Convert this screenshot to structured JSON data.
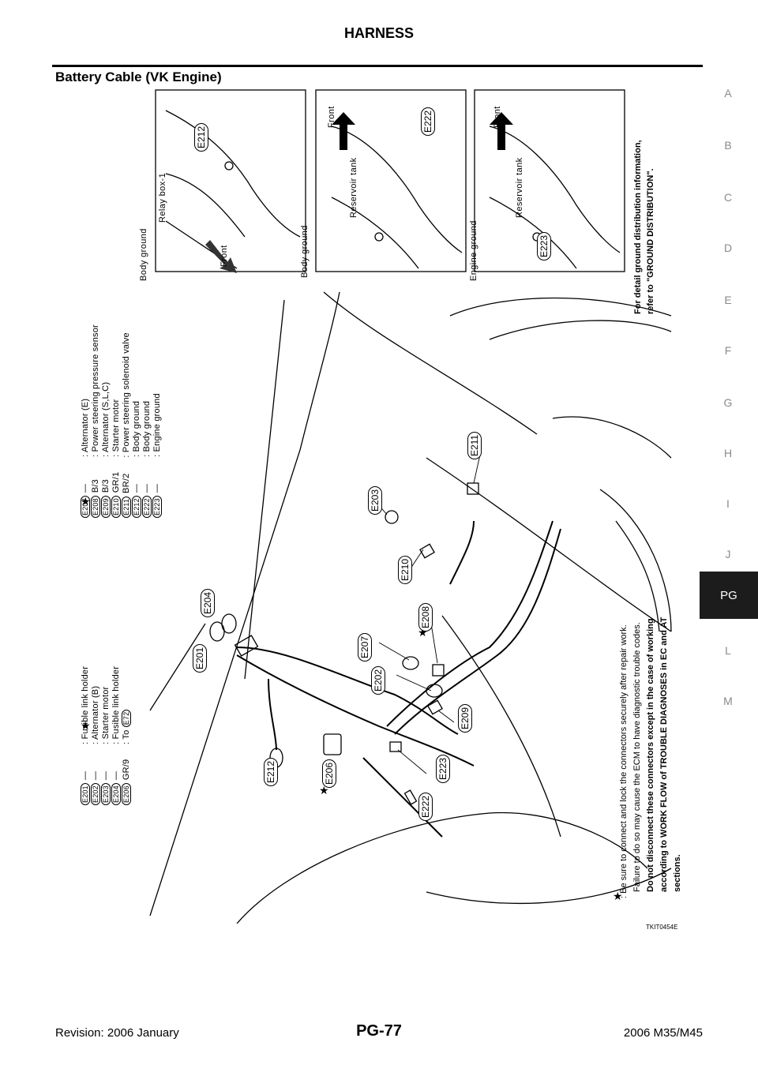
{
  "header": {
    "title": "HARNESS"
  },
  "section": {
    "title": "Battery Cable (VK Engine)"
  },
  "side_tabs": [
    "A",
    "B",
    "C",
    "D",
    "E",
    "F",
    "G",
    "H",
    "I",
    "J",
    "PG",
    "L",
    "M"
  ],
  "legend_left": [
    {
      "code": "E201",
      "color": "—",
      "desc": "Fusible link holder",
      "star": false
    },
    {
      "code": "E202",
      "color": "—",
      "desc": "Alternator (B)",
      "star": false
    },
    {
      "code": "E203",
      "color": "—",
      "desc": "Starter motor",
      "star": false
    },
    {
      "code": "E204",
      "color": "—",
      "desc": "Fusible link holder",
      "star": false
    },
    {
      "code": "E206",
      "color": "GR/9",
      "desc": "To",
      "star": true,
      "extra": "E72"
    }
  ],
  "legend_right": [
    {
      "code": "E207",
      "color": "—",
      "desc": "Alternator (E)",
      "star": false
    },
    {
      "code": "E208",
      "color": "B/3",
      "desc": "Power steering pressure sensor",
      "star": true
    },
    {
      "code": "E209",
      "color": "B/3",
      "desc": "Alternator (S,L,C)",
      "star": false
    },
    {
      "code": "E210",
      "color": "GR/1",
      "desc": "Starter motor",
      "star": false
    },
    {
      "code": "E211",
      "color": "BR/2",
      "desc": "Power steering solenoid valve",
      "star": false
    },
    {
      "code": "E212",
      "color": "—",
      "desc": "Body ground",
      "star": false
    },
    {
      "code": "E222",
      "color": "—",
      "desc": "Body ground",
      "star": false
    },
    {
      "code": "E223",
      "color": "—",
      "desc": "Engine ground",
      "star": false
    }
  ],
  "insets": [
    {
      "caption": "Body ground",
      "labels": [
        "Relay box-1",
        "Front"
      ],
      "connector": "E212"
    },
    {
      "caption": "Body ground",
      "labels": [
        "Reservoir tank",
        "Front"
      ],
      "connector": "E222"
    },
    {
      "caption": "Engine ground",
      "labels": [
        "Reservoir tank",
        "Front"
      ],
      "connector": "E223"
    }
  ],
  "note_ground": [
    "For detail ground distribution information,",
    "refer to \"GROUND DISTRIBUTION\"."
  ],
  "note_star": {
    "line1": ": Be sure to connect and lock the connectors securely after repair work.",
    "line2": "Failure to do so may cause the ECM to have diagnostic trouble codes.",
    "line3": "Do not disconnect these connectors except in the case of working",
    "line4": "according to WORK FLOW of TROUBLE DIAGNOSES in EC and AT",
    "line5": "sections."
  },
  "diagram_connectors": [
    "E201",
    "E202",
    "E203",
    "E204",
    "E206",
    "E207",
    "E208",
    "E209",
    "E210",
    "E211",
    "E212",
    "E222",
    "E223"
  ],
  "figure_id": "TKIT0454E",
  "footer": {
    "left": "Revision: 2006 January",
    "center": "PG-77",
    "right": "2006 M35/M45"
  }
}
